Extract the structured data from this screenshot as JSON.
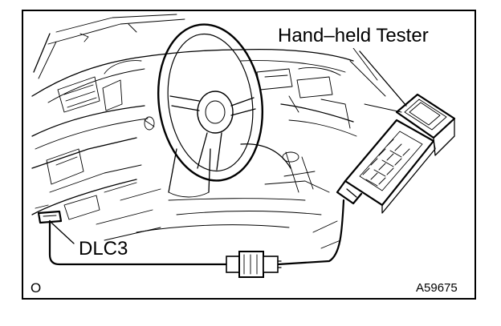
{
  "labels": {
    "tester": "Hand–held Tester",
    "connector": "DLC3",
    "corner_mark": "O",
    "figure_code": "A59675"
  }
}
